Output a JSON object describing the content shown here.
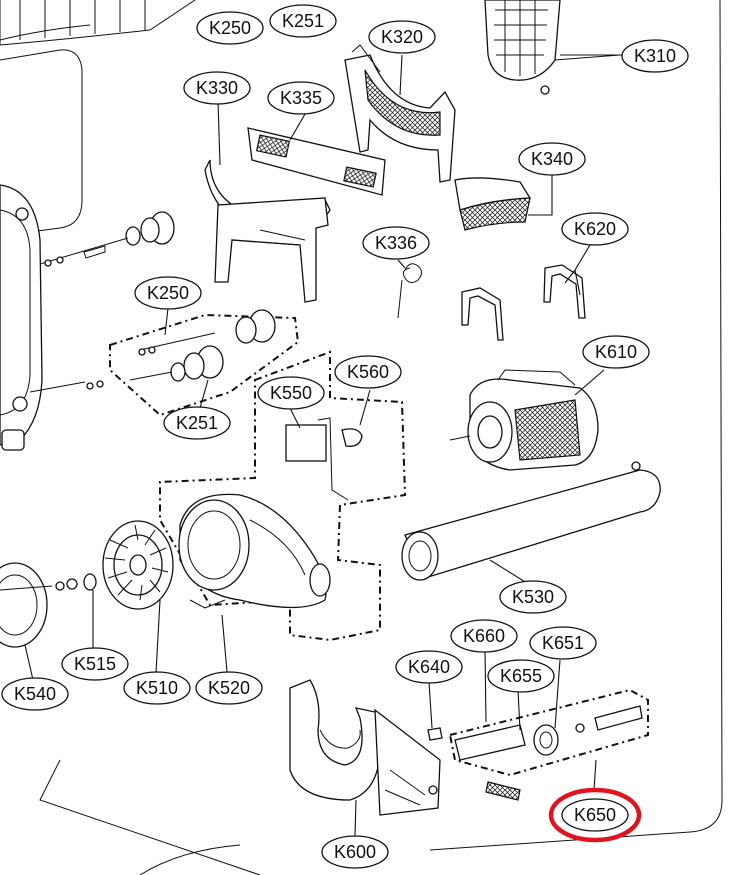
{
  "diagram": {
    "highlight_color": "#e0141e",
    "line_color": "#111111",
    "labels": {
      "k250_top": "K250",
      "k251_top": "K251",
      "k320": "K320",
      "k310": "K310",
      "k330": "K330",
      "k335": "K335",
      "k340": "K340",
      "k336": "K336",
      "k620": "K620",
      "k250_mid": "K250",
      "k560": "K560",
      "k550": "K550",
      "k610": "K610",
      "k251_mid": "K251",
      "k530": "K530",
      "k660": "K660",
      "k651": "K651",
      "k640": "K640",
      "k655": "K655",
      "k515": "K515",
      "k540": "K540",
      "k510": "K510",
      "k520": "K520",
      "k650": "K650",
      "k600": "K600"
    },
    "highlighted_label": "K650"
  }
}
